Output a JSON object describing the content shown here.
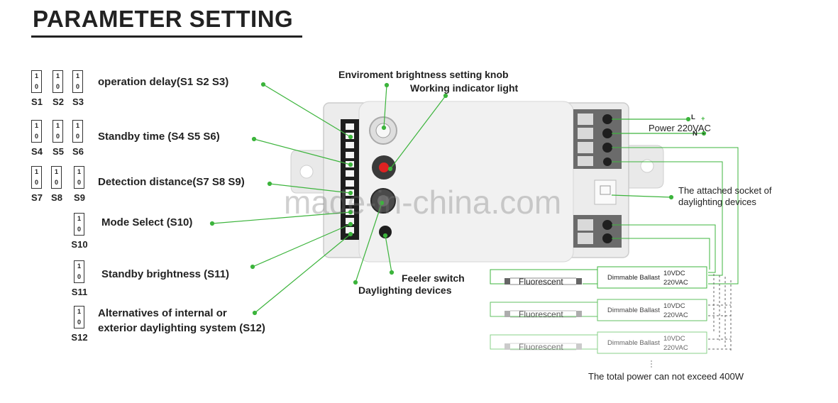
{
  "header": {
    "title": "PARAMETER SETTING"
  },
  "switch_glyph": {
    "on": "1",
    "off": "0"
  },
  "groups": [
    {
      "label": "operation delay(S1  S2  S3)",
      "switches": [
        "S1",
        "S2",
        "S3"
      ]
    },
    {
      "label": "Standby time (S4  S5  S6)",
      "switches": [
        "S4",
        "S5",
        "S6"
      ]
    },
    {
      "label": "Detection distance(S7  S8  S9)",
      "switches": [
        "S7",
        "S8",
        "S9"
      ]
    },
    {
      "label": "Mode Select (S10)",
      "switches": [
        "S10"
      ]
    },
    {
      "label": "Standby brightness (S11)",
      "switches": [
        "S11"
      ]
    },
    {
      "label": "Alternatives of internal or",
      "label2": "exterior daylighting system (S12)",
      "switches": [
        "S12"
      ]
    }
  ],
  "callouts": {
    "knob": "Enviroment brightness setting knob",
    "indicator": "Working indicator light",
    "feeler": "Feeler switch",
    "daylighting": "Daylighting devices",
    "socket_line1": "The attached socket of",
    "socket_line2": "daylighting devices",
    "power": "Power 220VAC",
    "L": "L",
    "N": "N",
    "plus": "+",
    "minus": "-"
  },
  "circuits": [
    {
      "lamp": "Fluorescent",
      "ballast": "Dimmable Ballast",
      "dc": "10VDC",
      "ac": "220VAC"
    },
    {
      "lamp": "Fluorescent",
      "ballast": "Dimmable Ballast",
      "dc": "10VDC",
      "ac": "220VAC"
    },
    {
      "lamp": "Fluorescent",
      "ballast": "Dimmable Ballast",
      "dc": "10VDC",
      "ac": "220VAC"
    }
  ],
  "footer_note": "The total power can not exceed 400W",
  "watermark": "made-in-china.com",
  "colors": {
    "leader": "#3cb43c",
    "device": "#e6e6e6",
    "device_edge": "#c8c8c8",
    "dark": "#3a3a3a"
  }
}
